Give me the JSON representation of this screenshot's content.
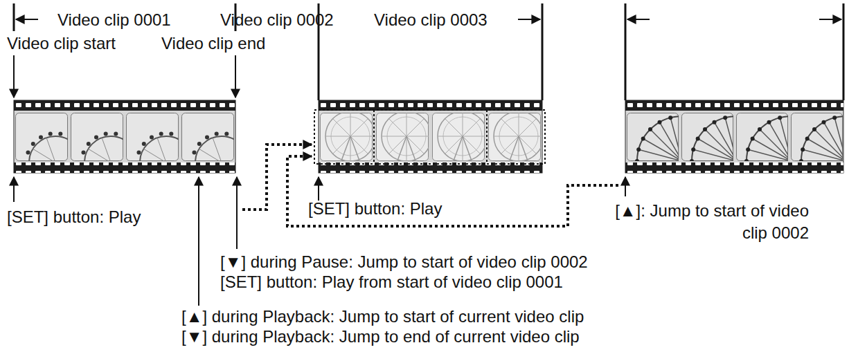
{
  "diagram": {
    "labels": [
      "Video clip 0001",
      "Video clip 0002",
      "Video clip 0003",
      "Video clip start",
      "Video clip end",
      "[SET] button: Play",
      "[SET] button: Play",
      "[▲]: Jump to start of video clip 0002",
      "[▼] during Pause: Jump to start of video clip 0002",
      "[SET] button: Play from start of video clip 0001",
      "[▲] during Playback: Jump to start of current video clip",
      "[▼] during Playback: Jump to end of current video clip"
    ]
  }
}
